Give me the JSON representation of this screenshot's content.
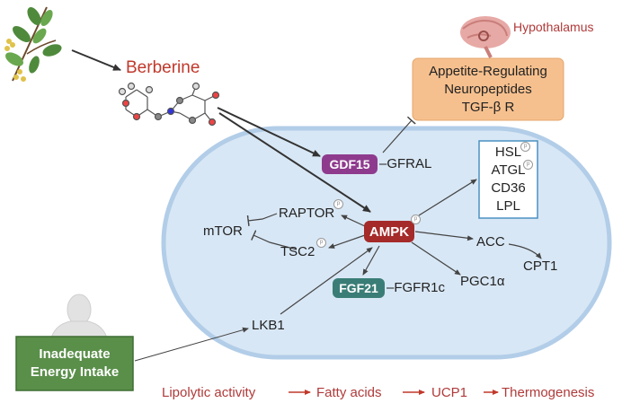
{
  "berberine_label": "Berberine",
  "hypothalamus_label": "Hypothalamus",
  "appetite_box": {
    "line1": "Appetite-Regulating",
    "line2": "Neuropeptides",
    "line3": "TGF-β R"
  },
  "gdf15": "GDF15",
  "gfral": "–GFRAL",
  "ampk": "AMPK",
  "fgf21": "FGF21",
  "fgfr1c": "–FGFR1c",
  "raptor": "RAPTOR",
  "mtor": "mTOR",
  "tsc2": "TSC2",
  "acc": "ACC",
  "cpt1": "CPT1",
  "pgc1a": "PGC1α",
  "lkb1": "LKB1",
  "lipid_box": {
    "hsl": "HSL",
    "atgl": "ATGL",
    "cd36": "CD36",
    "lpl": "LPL"
  },
  "phospho_mark": "p",
  "energy_box": {
    "line1": "Inadequate",
    "line2": "Energy Intake"
  },
  "pathway": {
    "step1": "Lipolytic activity",
    "step2": "Fatty acids",
    "step3": "UCP1",
    "step4": "Thermogenesis"
  },
  "colors": {
    "accent_red": "#c0392b",
    "ampk": "#a52a2a",
    "gdf15": "#8e3b8e",
    "fgf21": "#3a7d77",
    "energy_box": "#5a8f4a",
    "appetite_box": "#f6c08e",
    "lipid_box_border": "#4a90c2",
    "cell_fill": "#dbe9f6",
    "cell_border": "#a9c6e3"
  }
}
